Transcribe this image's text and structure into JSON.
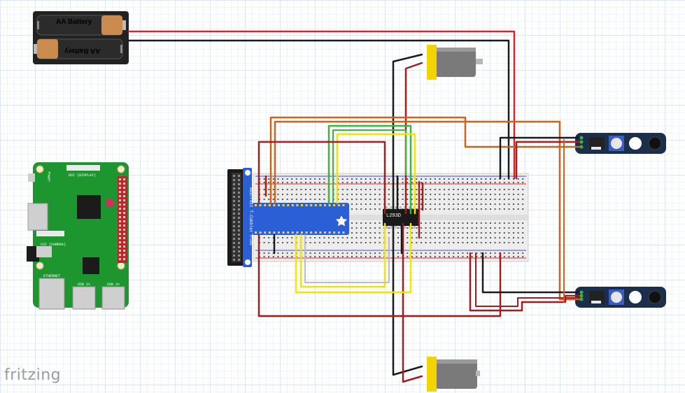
{
  "battery": {
    "label_top": "AA Battery",
    "label_bottom": "AA Battery"
  },
  "driver_ic": {
    "label": "L293D"
  },
  "cobbler": {
    "title": "Adafruit T-Cobbler Plus"
  },
  "raspberry_pi": {
    "ethernet_label": "ETHERNET",
    "usb_label_1": "USB 2x",
    "usb_label_2": "USB 2x",
    "display_label": "DSI (DISPLAY)",
    "camera_label": "CSI (CAMERA)",
    "power_label": "Power"
  },
  "branding": {
    "text": "fritzing"
  },
  "wire_colors": {
    "red": "#d9232b",
    "black": "#1a1a1a",
    "dark_red": "#a31d1d",
    "orange": "#c8641e",
    "yellow": "#f2e600",
    "green": "#3cb43c",
    "gray": "#bdbdbd"
  },
  "board_colors": {
    "pcb_green": "#1e9630",
    "cobbler_blue": "#2a5fd6",
    "sensor_navy": "#1b2f4d",
    "motor_gray": "#7a7a7a",
    "motor_yellow": "#f2d400"
  }
}
